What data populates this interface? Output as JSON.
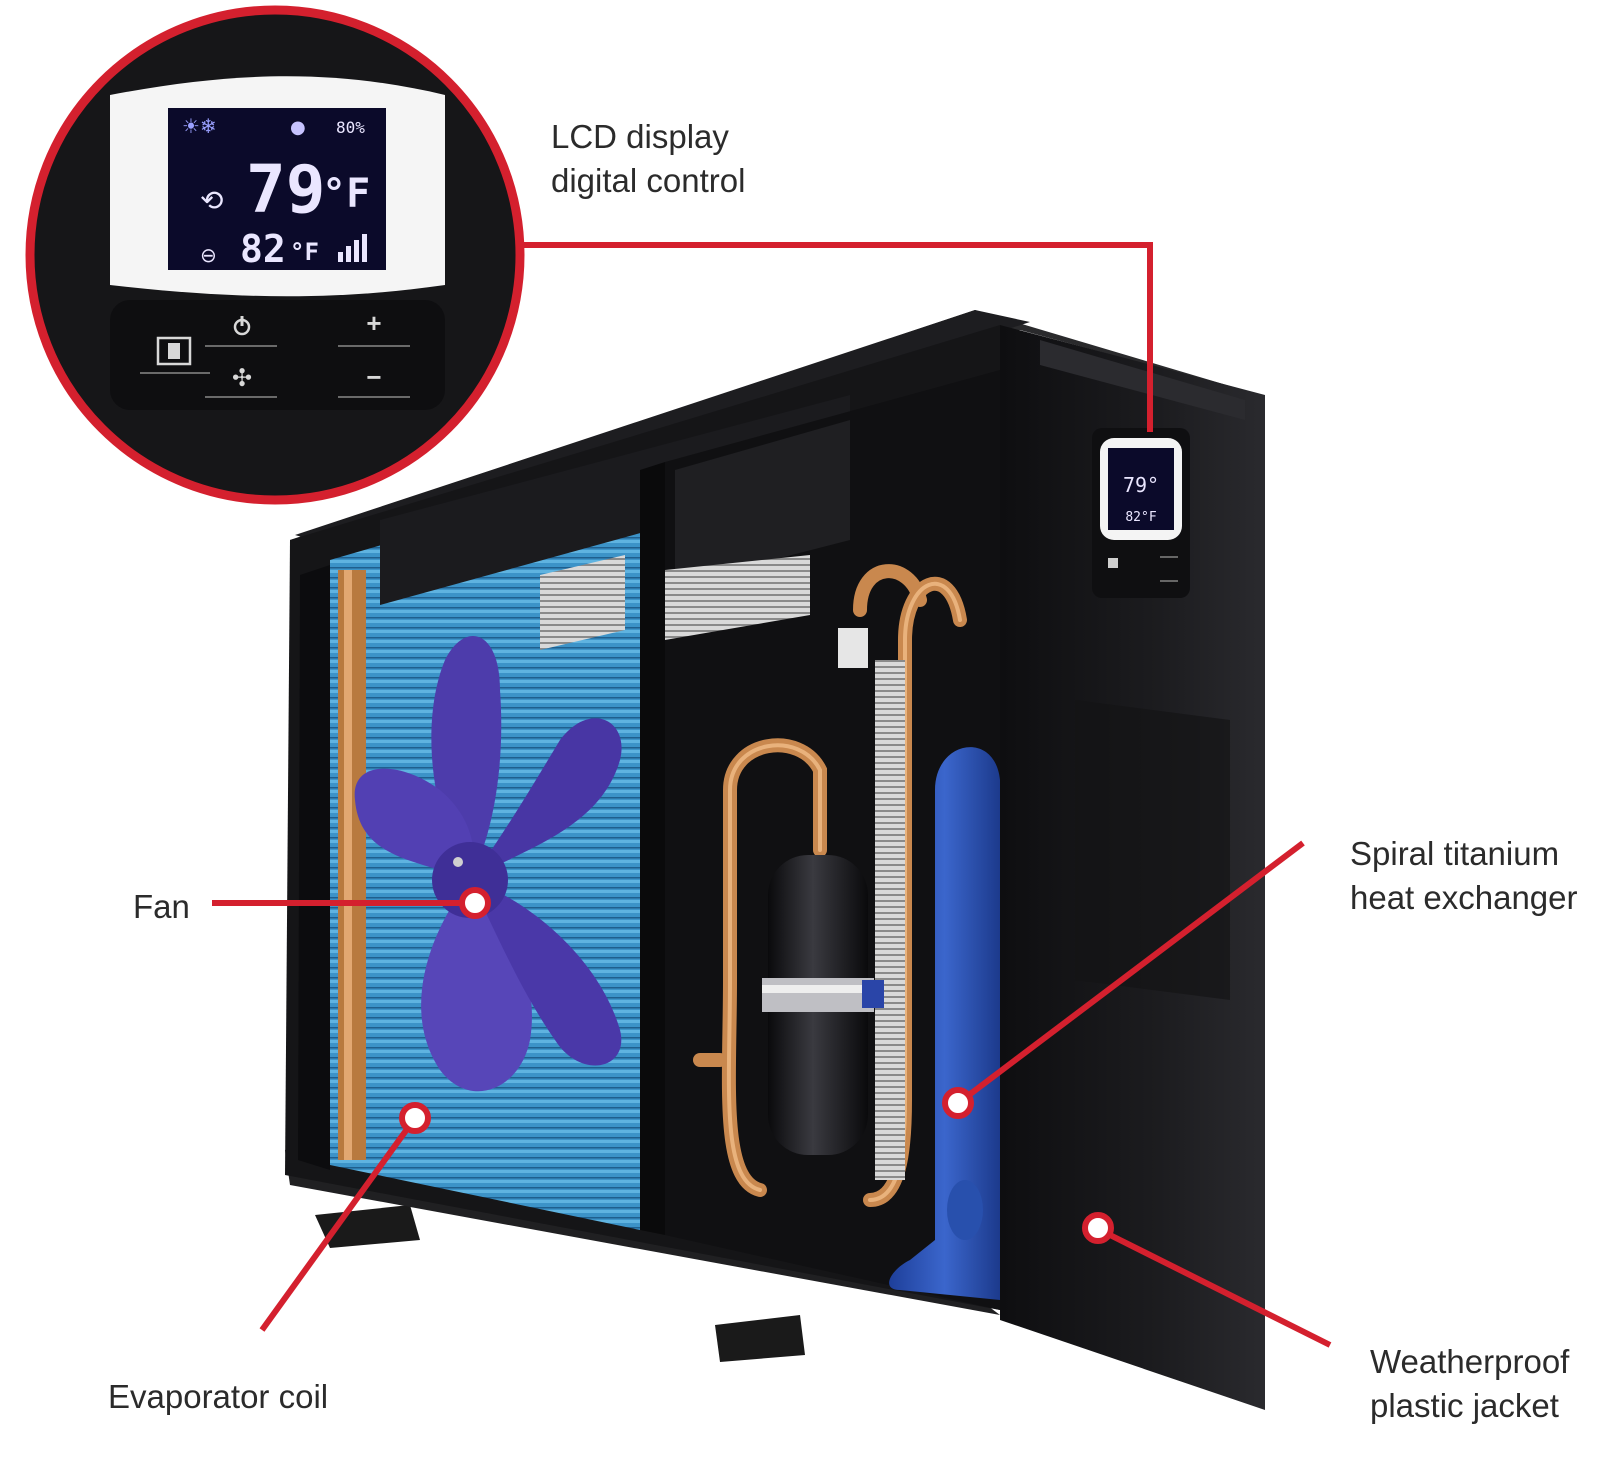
{
  "labels": {
    "lcd_display": [
      "LCD display",
      "digital control"
    ],
    "fan": "Fan",
    "evaporator_coil": "Evaporator coil",
    "heat_exchanger": [
      "Spiral titanium",
      "heat exchanger"
    ],
    "jacket": [
      "Weatherproof",
      "plastic jacket"
    ]
  },
  "lcd": {
    "set_temp": "79",
    "set_unit": "°F",
    "water_temp": "82",
    "water_unit": "°F",
    "percent": "80%",
    "buttons": {
      "plus": "+",
      "minus": "−"
    }
  },
  "colors": {
    "callout_red": "#d4202e",
    "chassis": "#1b1b1d",
    "coil_blue": "#3a8fc4",
    "fan_purple": "#4b3aa8",
    "exchanger_blue": "#2e55b5",
    "copper": "#c9884e",
    "lcd_bg": "#0b0a2a"
  }
}
